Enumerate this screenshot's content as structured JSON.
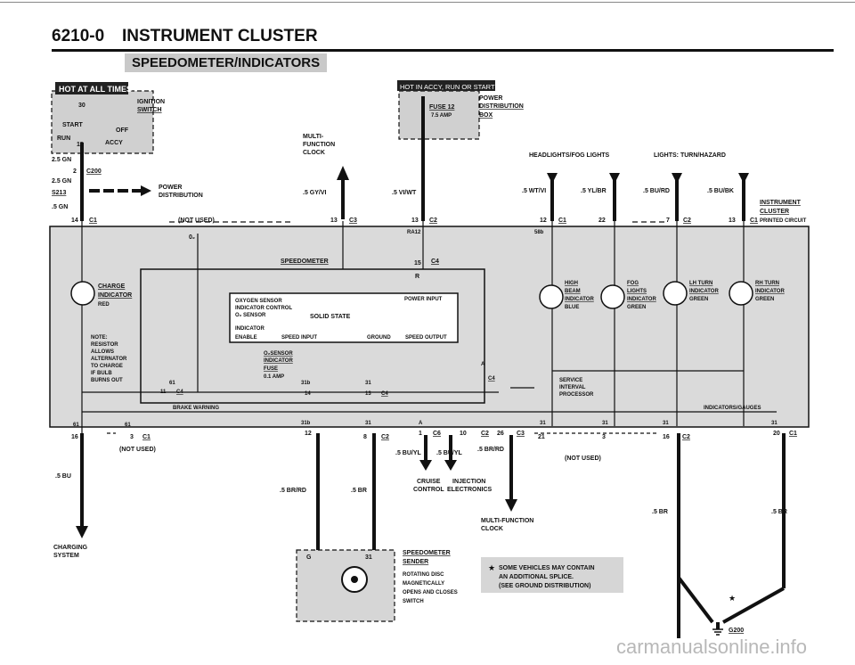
{
  "header": {
    "section_code": "6210-0",
    "section_title": "INSTRUMENT CLUSTER"
  },
  "subtitle": "SPEEDOMETER/INDICATORS",
  "watermark": "carmanualsonline.info",
  "boxes": {
    "hot_at_all_times": "HOT AT ALL TIMES",
    "hot_in_accy_run_start": "HOT IN ACCY, RUN OR START"
  },
  "ignition": {
    "label1": "IGNITION",
    "label2": "SWITCH",
    "start": "START",
    "off": "OFF",
    "run": "RUN",
    "accy": "ACCY",
    "pin30": "30",
    "pin15": "15"
  },
  "fuse": {
    "name": "FUSE 12",
    "rating": "7.5 AMP",
    "pd1": "POWER",
    "pd2": "DISTRIBUTION",
    "pd3": "BOX"
  },
  "top_left_wires": {
    "w1": "2.5 GN",
    "c200n": "2",
    "c200": "C200",
    "w2": "2.5 GN",
    "s213": "S213",
    "pd1": "POWER",
    "pd2": "DISTRIBUTION",
    "w3": ".5 GN",
    "c1n": "14",
    "c1": "C1",
    "not_used": "(NOT USED)"
  },
  "mfc_clock": {
    "l1": "MULTI-",
    "l2": "FUNCTION",
    "l3": "CLOCK",
    "wire": ".5 GY/VI",
    "pin": "13",
    "conn": "C3"
  },
  "vi_wt": {
    "wire": ".5 VI/WT",
    "pin": "13",
    "conn": "C2"
  },
  "headlights": {
    "label": "HEADLIGHTS/FOG LIGHTS",
    "w1": ".5 WT/VI",
    "w2": ".5 YL/BR",
    "p1": "12",
    "c1": "C1",
    "p2": "22"
  },
  "turn_hazard": {
    "label": "LIGHTS: TURN/HAZARD",
    "w1": ".5 BU/RD",
    "w2": ".5 BU/BK",
    "p1": "7",
    "c1": "C2",
    "p2": "13",
    "c2": "C1"
  },
  "cluster": {
    "l1": "INSTRUMENT",
    "l2": "CLUSTER",
    "l3": "PRINTED CIRCUIT"
  },
  "internal": {
    "o2": "0₂",
    "ra12": "RA12",
    "x58b": "58b",
    "speedometer": "SPEEDOMETER",
    "p15": "15",
    "c4": "C4",
    "r": "R",
    "oxygen_sensor": "OXYGEN SENSOR",
    "indicator_control": "INDICATOR CONTROL",
    "o2_sensor": "O₂ SENSOR",
    "solid_state": "SOLID STATE",
    "power_input": "POWER INPUT",
    "indicator": "INDICATOR",
    "enable": "ENABLE",
    "speed_input": "SPEED INPUT",
    "ground": "GROUND",
    "speed_output": "SPEED OUTPUT",
    "o2s_ind1": "O₂SENSOR",
    "o2s_ind2": "INDICATOR",
    "o2s_fuse": "FUSE",
    "o2s_amp": "0.1 AMP",
    "charge1": "CHARGE",
    "charge2": "INDICATOR",
    "charge3": "RED",
    "note1": "NOTE:",
    "note2": "RESISTOR",
    "note3": "ALLOWS",
    "note4": "ALTERNATOR",
    "note5": "TO CHARGE",
    "note6": "IF BULB",
    "note7": "BURNS OUT",
    "high1": "HIGH",
    "high2": "BEAM",
    "high3": "INDICATOR",
    "high4": "BLUE",
    "fog1": "FOG",
    "fog2": "LIGHTS",
    "fog3": "INDICATOR",
    "fog4": "GREEN",
    "lh1": "LH TURN",
    "lh2": "INDICATOR",
    "lh3": "GREEN",
    "rh1": "RH TURN",
    "rh2": "INDICATOR",
    "rh3": "GREEN",
    "service1": "SERVICE",
    "service2": "INTERVAL",
    "service3": "PROCESSOR",
    "brake": "BRAKE WARNING",
    "ind_gauges": "INDICATORS/GAUGES",
    "x61a": "61",
    "x11": "11",
    "c4b": "C4",
    "x31b_a": "31b",
    "x31a": "31",
    "x14": "14",
    "x13": "13",
    "c4c": "C4",
    "a": "A",
    "c4d": "C4",
    "x61b": "61",
    "x61c": "61"
  },
  "bottom_pins": {
    "p16": "16",
    "p3": "3",
    "c1a": "C1",
    "p12": "12",
    "p8": "8",
    "c2a": "C2",
    "p1": "1",
    "c6": "C6",
    "p10": "10",
    "c2b": "C2",
    "p26": "26",
    "c3": "C3",
    "p21": "21",
    "p3b": "3",
    "p16b": "16",
    "c2c": "C2",
    "p20": "20",
    "c1b": "C1",
    "b31b": "31b",
    "b31a": "31",
    "bA": "A",
    "b31c": "31",
    "b31d": "31",
    "b31e": "31",
    "b31f": "31",
    "not_used_l": "(NOT USED)",
    "not_used_r": "(NOT USED)"
  },
  "bottom": {
    "bu": ".5 BU",
    "charging1": "CHARGING",
    "charging2": "SYSTEM",
    "br_rd": ".5 BR/RD",
    "br": ".5 BR",
    "bu_yl1": ".5 BU/YL",
    "bu_yl2": ".5 BU/YL",
    "br_rd2": ".5 BR/RD",
    "cruise1": "CRUISE",
    "cruise2": "CONTROL",
    "inj1": "INJECTION",
    "inj2": "ELECTRONICS",
    "mfc1": "MULTI-FUNCTION",
    "mfc2": "CLOCK",
    "br_a": ".5 BR",
    "br_b": ".5 BR",
    "sender_g": "G",
    "sender_31": "31",
    "sender1": "SPEEDOMETER",
    "sender2": "SENDER",
    "sender3": "ROTATING DISC",
    "sender4": "MAGNETICALLY",
    "sender5": "OPENS AND CLOSES",
    "sender6": "SWITCH",
    "splice1": "SOME VEHICLES MAY CONTAIN",
    "splice2": "AN ADDITIONAL SPLICE.",
    "splice3": "(SEE GROUND DISTRIBUTION)",
    "star": "★",
    "g200": "G200"
  }
}
